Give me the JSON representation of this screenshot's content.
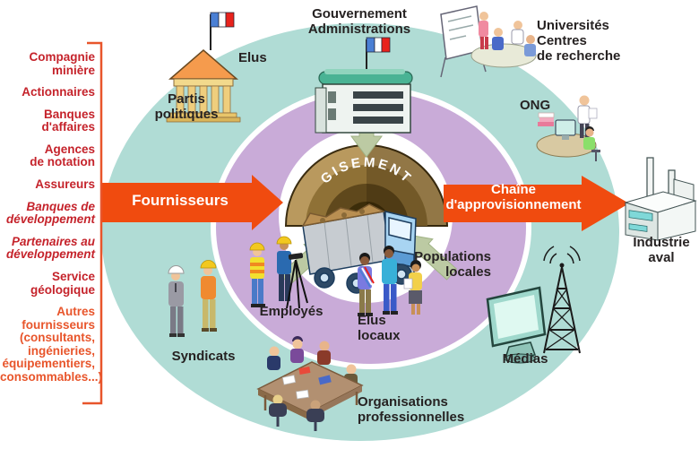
{
  "left_list": {
    "items": [
      "Compagnie\nminière",
      "Actionnaires",
      "Banques\nd'affaires",
      "Agences\nde notation",
      "Assureurs",
      "Banques de\ndéveloppement",
      "Partenaires au\ndéveloppement",
      "Service\ngéologique",
      "Autres\nfournisseurs\n(consultants,\ningénieries,\néquipementiers,\nconsommables...)"
    ]
  },
  "flows": {
    "suppliers_arrow_label": "Fournisseurs",
    "supply_chain_arrow_label": "Chaîne\nd'approvisionnement"
  },
  "center": {
    "deposit_label": "GISEMENT"
  },
  "stakeholders": {
    "political_parties": "Partis\npolitiques",
    "elected_officials": "Elus",
    "government": "Gouvernement\nAdministrations",
    "universities": "Universités\nCentres\nde recherche",
    "ngo": "ONG",
    "downstream_industry": "Industrie\naval",
    "media": "Médias",
    "professional_organisations": "Organisations\nprofessionnelles",
    "local_populations": "Populations\nlocales",
    "local_elected_officials": "Elus\nlocaux",
    "employees": "Employés",
    "unions": "Syndicats"
  },
  "colors": {
    "outer_ring_teal": "#b0dcd5",
    "inner_ring_purple": "#c9abd8",
    "arrow_orange": "#f04b0f",
    "arrow_green": "#bccaa3",
    "list_red": "#c5232b",
    "list_orange": "#e8552b",
    "pit_brown_outer": "#b9995e",
    "pit_brown_dark": "#3c2d0a"
  }
}
